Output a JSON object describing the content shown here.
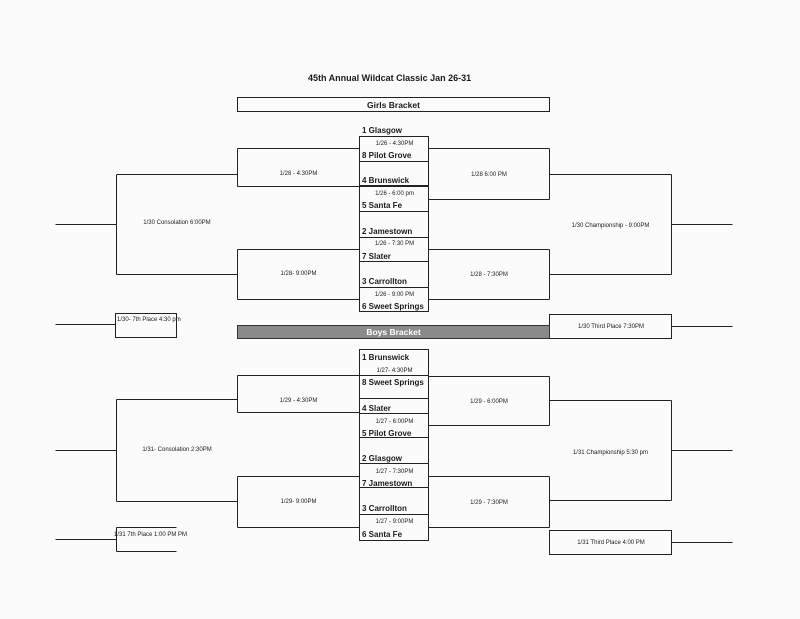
{
  "title": "45th Annual Wildcat Classic Jan 26-31",
  "girls": {
    "banner": "Girls Bracket",
    "teams": [
      "1 Glasgow",
      "8 Pilot Grove",
      "4 Brunswick",
      "5 Santa Fe",
      "2 Jamestown",
      "7 Slater",
      "3 Carrollton",
      "6 Sweet Springs"
    ],
    "first_round_times": [
      "1/26 - 4:30PM",
      "1/26 - 6:00 pm",
      "1/26 - 7:30 PM",
      "1/26 - 9:00 PM"
    ],
    "left_second_top": "1/28 - 4:30PM",
    "left_second_bottom": "1/28- 9:00PM",
    "right_second_top": "1/28 6:00 PM",
    "right_second_bottom": "1/28 - 7:30PM",
    "consolation": "1/30 Consolation 6:00PM",
    "championship": "1/30 Championship - 9:00PM",
    "seventh_place": "1/30- 7th Place 4:30 pm",
    "third_place": "1/30 Third Place 7:30PM"
  },
  "boys": {
    "banner": "Boys Bracket",
    "teams": [
      "1 Brunswick",
      "8 Sweet Springs",
      "4 Slater",
      "5 Pilot Grove",
      "2 Glasgow",
      "7 Jamestown",
      "3 Carrollton",
      "6 Santa Fe"
    ],
    "first_round_times": [
      "1/27- 4:30PM",
      "1/27 - 6:00PM",
      "1/27 - 7:30PM",
      "1/27 - 9:00PM"
    ],
    "left_second_top": "1/29 - 4:30PM",
    "left_second_bottom": "1/29- 9:00PM",
    "right_second_top": "1/29 - 6:00PM",
    "right_second_bottom": "1/29 - 7:30PM",
    "consolation": "1/31- Consolation 2:30PM",
    "championship": "1/31 Championship 5:30 pm",
    "seventh_place": "1/31 7th Place 1:00 PM PM",
    "third_place": "1/31 Third Place 4:00 PM"
  }
}
